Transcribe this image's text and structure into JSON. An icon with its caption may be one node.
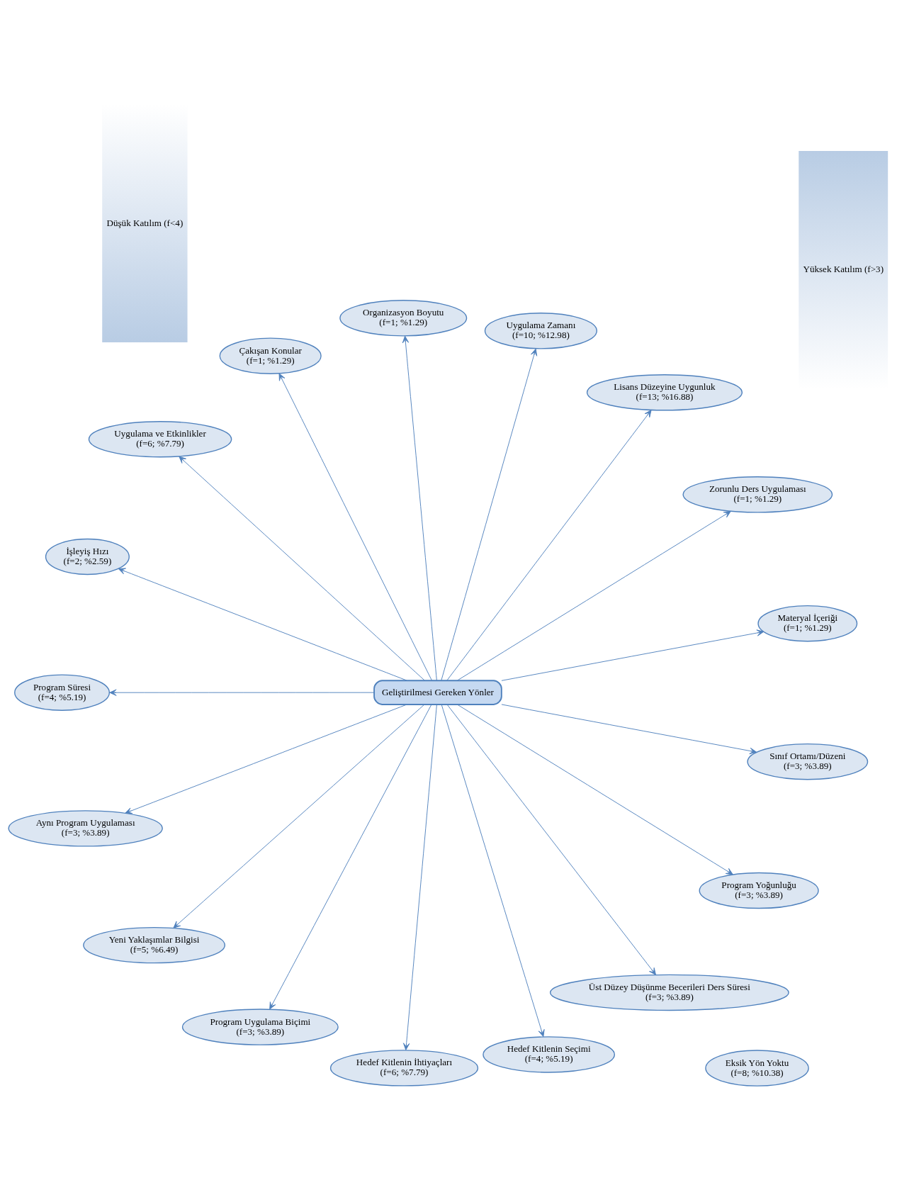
{
  "diagram": {
    "nodes": [
      {
        "text": [
          "Geliştirilmesi Gereken Yönler"
        ]
      },
      {
        "text": [
          "Materyal İçeriği",
          "(f=1; %1.29)"
        ]
      },
      {
        "text": [
          "Zorunlu Ders Uygulaması",
          "(f=1; %1.29)"
        ]
      },
      {
        "text": [
          "Lisans Düzeyine Uygunluk",
          "(f=13; %16.88)"
        ]
      },
      {
        "text": [
          "Uygulama Zamanı",
          "(f=10; %12.98)"
        ]
      },
      {
        "text": [
          "Organizasyon Boyutu",
          "(f=1; %1.29)"
        ]
      },
      {
        "text": [
          "Eksik Yön Yoktu",
          "(f=8; %10.38)"
        ]
      },
      {
        "text": [
          "Çakışan Konular",
          "(f=1; %1.29)"
        ]
      },
      {
        "text": [
          "Uygulama ve Etkinlikler",
          "(f=6; %7.79)"
        ]
      },
      {
        "text": [
          "İşleyiş Hızı",
          "(f=2; %2.59)"
        ]
      },
      {
        "text": [
          "Program Süresi",
          "(f=4; %5.19)"
        ]
      },
      {
        "text": [
          "Aynı Program Uygulaması",
          "(f=3; %3.89)"
        ]
      },
      {
        "text": [
          "Yeni Yaklaşımlar Bilgisi",
          "(f=5; %6.49)"
        ]
      },
      {
        "text": [
          "Program Uygulama Biçimi",
          "(f=3; %3.89)"
        ]
      },
      {
        "text": [
          "Hedef Kitlenin İhtiyaçları",
          "(f=6; %7.79)"
        ]
      },
      {
        "text": [
          "Hedef Kitlenin Seçimi",
          "(f=4; %5.19)"
        ]
      },
      {
        "text": [
          "Üst Düzey Düşünme Becerileri Ders Süresi",
          "(f=3; %3.89)"
        ]
      },
      {
        "text": [
          "Program Yoğunluğu",
          "(f=3; %3.89)"
        ]
      },
      {
        "text": [
          "Sınıf Ortamı/Düzeni",
          "(f=3; %3.89)"
        ]
      },
      {
        "text": [
          "Düşük Katılım (f<4)"
        ]
      },
      {
        "text": [
          "Yüksek Katılım (f>3)"
        ]
      }
    ],
    "edges": [
      {
        "from": 0,
        "to": 1,
        "arrow": "to"
      },
      {
        "from": 0,
        "to": 2,
        "arrow": "to"
      },
      {
        "from": 0,
        "to": 3,
        "arrow": "to"
      },
      {
        "from": 0,
        "to": 4,
        "arrow": "to"
      },
      {
        "from": 0,
        "to": 5,
        "arrow": "to"
      },
      {
        "from": 0,
        "to": 7,
        "arrow": "to"
      },
      {
        "from": 0,
        "to": 8,
        "arrow": "to"
      },
      {
        "from": 0,
        "to": 9,
        "arrow": "to"
      },
      {
        "from": 0,
        "to": 10,
        "arrow": "to"
      },
      {
        "from": 0,
        "to": 11,
        "arrow": "to"
      },
      {
        "from": 0,
        "to": 12,
        "arrow": "to"
      },
      {
        "from": 0,
        "to": 13,
        "arrow": "to"
      },
      {
        "from": 0,
        "to": 14,
        "arrow": "to"
      },
      {
        "from": 0,
        "to": 15,
        "arrow": "to"
      },
      {
        "from": 0,
        "to": 16,
        "arrow": "to"
      },
      {
        "from": 0,
        "to": 17,
        "arrow": "to"
      },
      {
        "from": 0,
        "to": 18,
        "arrow": "to"
      }
    ]
  }
}
